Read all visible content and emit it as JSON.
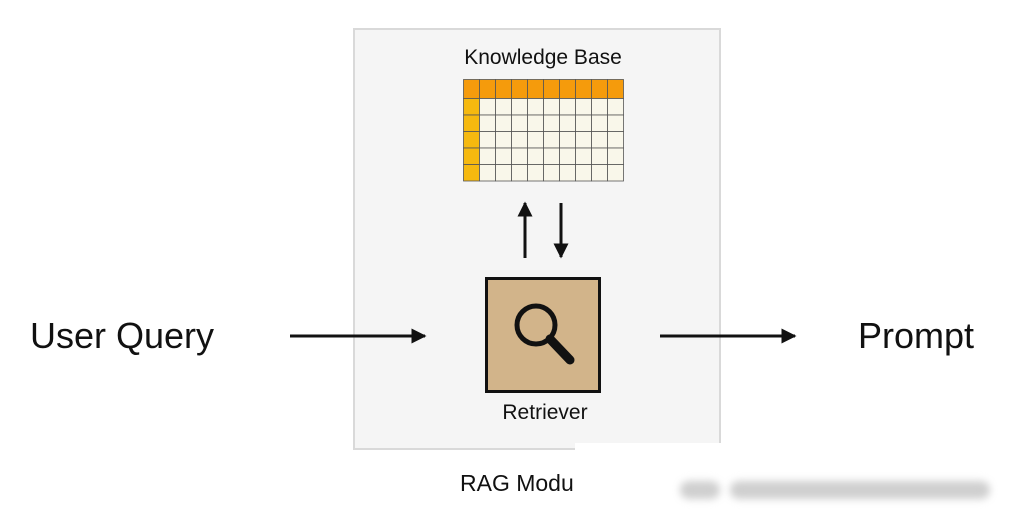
{
  "diagram": {
    "module": {
      "label": "RAG Module"
    },
    "knowledge_base": {
      "title": "Knowledge Base",
      "rows": 6,
      "cols": 10
    },
    "retriever": {
      "label": "Retriever",
      "icon": "magnifier-icon"
    },
    "input_label": "User Query",
    "output_label": "Prompt",
    "colors": {
      "header": "#f59b0c",
      "row_header": "#f6b90f",
      "cell": "#f9f7ea",
      "grid_line": "#555555",
      "retriever_fill": "#d2b48a",
      "module_fill": "#f5f5f5",
      "module_border": "#d9d9d9"
    }
  }
}
